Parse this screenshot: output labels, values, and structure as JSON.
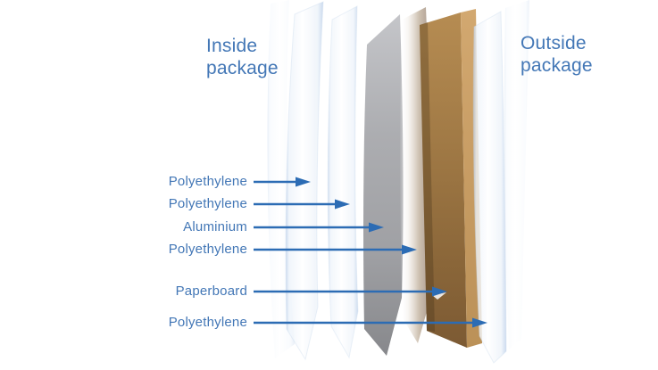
{
  "diagram": {
    "title_inside": "Inside package",
    "title_outside": "Outside package",
    "layers": [
      {
        "label": "Polyethylene",
        "material_color": "#dce8f5"
      },
      {
        "label": "Polyethylene",
        "material_color": "#dce8f5"
      },
      {
        "label": "Aluminium",
        "material_color": "#9b9ca0"
      },
      {
        "label": "Polyethylene",
        "material_color": "#cbbdac"
      },
      {
        "label": "Paperboard",
        "material_color": "#9a7544"
      },
      {
        "label": "Polyethylene",
        "material_color": "#dce8f5"
      }
    ],
    "colors": {
      "label_text": "#4377b6",
      "arrow": "#2c6cb4",
      "paperboard_edge_tan": "#c89e64",
      "sheet_edge_tint": "#b9cde8"
    }
  }
}
